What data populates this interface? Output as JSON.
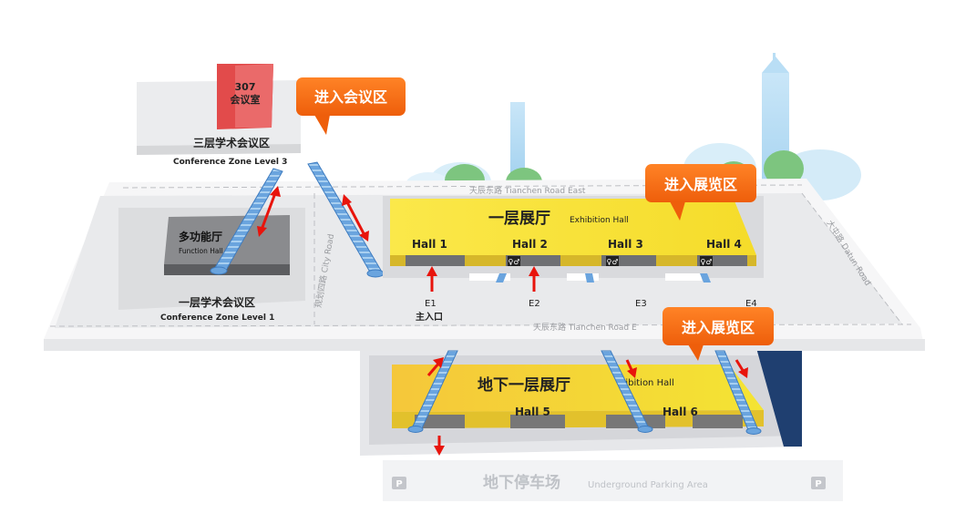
{
  "colors": {
    "callout": "#f26a10",
    "hall_yellow": "#f7e23c",
    "room_red": "#e55050",
    "escalator": "#5f9bd8",
    "arrow": "#e8140c",
    "panel": "#1a3a6c"
  },
  "icons": [
    "restroom-icon",
    "parking-icon",
    "red-arrow-icon",
    "escalator-icon"
  ],
  "callouts": {
    "conference": "进入会议区",
    "exhibition_top": "进入展览区",
    "exhibition_bottom": "进入展览区"
  },
  "meeting_room": {
    "number": "307",
    "label": "会议室"
  },
  "zones": {
    "level3_cn": "三层学术会议区",
    "level3_en": "Conference Zone Level 3",
    "level1_cn": "一层学术会议区",
    "level1_en": "Conference Zone Level 1",
    "function_cn": "多功能厅",
    "function_en": "Function Hall"
  },
  "roads": {
    "top": "天辰东路 Tianchen Road East",
    "bottom": "天辰东路 Tianchen Road E",
    "city": "规划四路 City Road",
    "datun": "大屯路 Datun Road"
  },
  "hall_l1": {
    "title_cn": "一层展厅",
    "title_en": "Exhibition Hall",
    "halls": [
      "Hall 1",
      "Hall 2",
      "Hall 3",
      "Hall 4"
    ]
  },
  "entrances": {
    "e1": "E1",
    "e1_sub": "主入口",
    "e2": "E2",
    "e3": "E3",
    "e4": "E4"
  },
  "hall_b1": {
    "title_cn": "地下一层展厅",
    "title_en_fragment": "hibition Hall",
    "halls": [
      "Hall 5",
      "Hall 6"
    ]
  },
  "parking": {
    "cn": "地下停车场",
    "en": "Underground Parking Area",
    "symbol": "P"
  }
}
